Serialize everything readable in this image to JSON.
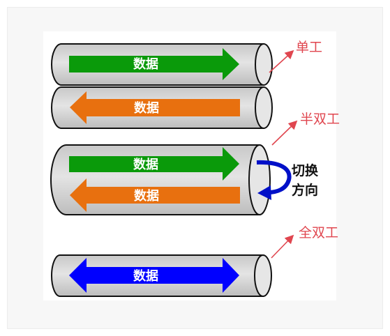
{
  "diagram": {
    "data_label": "数据",
    "modes": {
      "simplex": "单工",
      "half_duplex": "半双工",
      "full_duplex": "全双工"
    },
    "switch_direction": [
      "切换",
      "方向"
    ],
    "colors": {
      "forward_arrow": "#0a9a0a",
      "backward_arrow": "#e8700f",
      "bidirectional_arrow": "#0000ff",
      "switch_arrow": "#0010c8",
      "pipe_fill": "#d8d8d8",
      "mode_label": "#e0464f"
    }
  }
}
